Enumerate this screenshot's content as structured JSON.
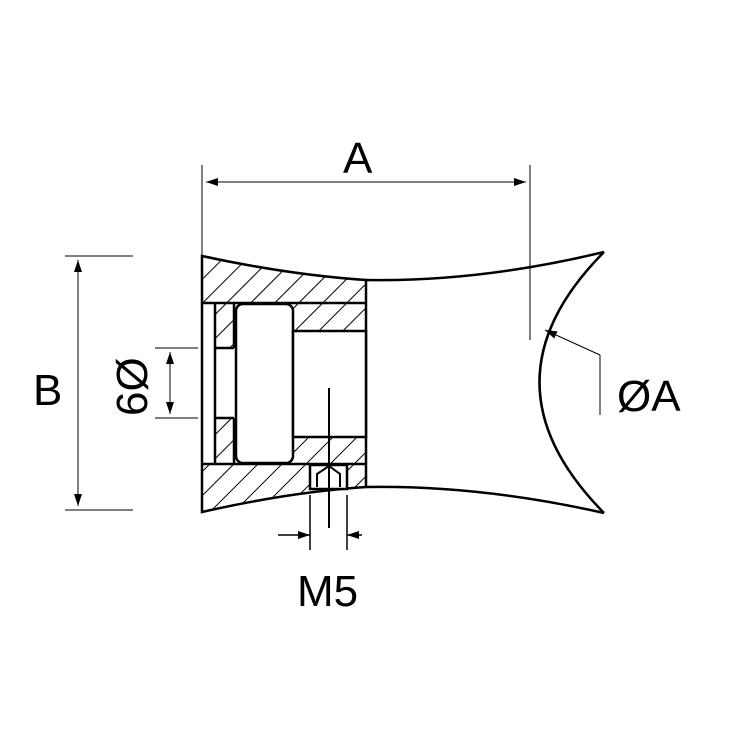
{
  "drawing": {
    "labels": {
      "dim_a": "A",
      "dim_b": "B",
      "dim_bore": "6Ø",
      "dim_thread": "M5",
      "dim_radius": "ØA"
    },
    "colors": {
      "line": "#000000",
      "background": "#ffffff"
    }
  }
}
